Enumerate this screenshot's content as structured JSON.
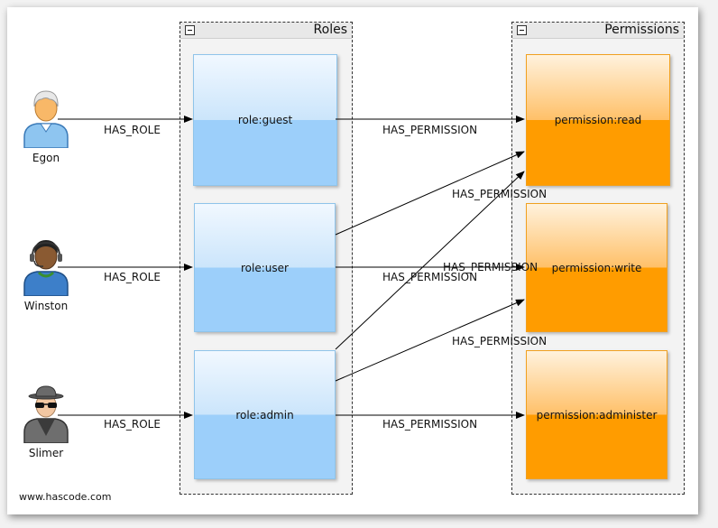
{
  "groups": {
    "roles_title": "Roles",
    "permissions_title": "Permissions"
  },
  "actors": [
    {
      "name": "Egon",
      "icon": "person-gray-hair-icon"
    },
    {
      "name": "Winston",
      "icon": "person-headset-icon"
    },
    {
      "name": "Slimer",
      "icon": "person-spy-icon"
    }
  ],
  "roles": [
    "role:guest",
    "role:user",
    "role:admin"
  ],
  "permissions": [
    "permission:read",
    "permission:write",
    "permission:administer"
  ],
  "edge_labels": {
    "has_role": "HAS_ROLE",
    "has_permission": "HAS_PERMISSION"
  },
  "colors": {
    "role_fill": "#9ccffa",
    "permission_fill": "#ff9c00"
  },
  "footer": "www.hascode.com"
}
